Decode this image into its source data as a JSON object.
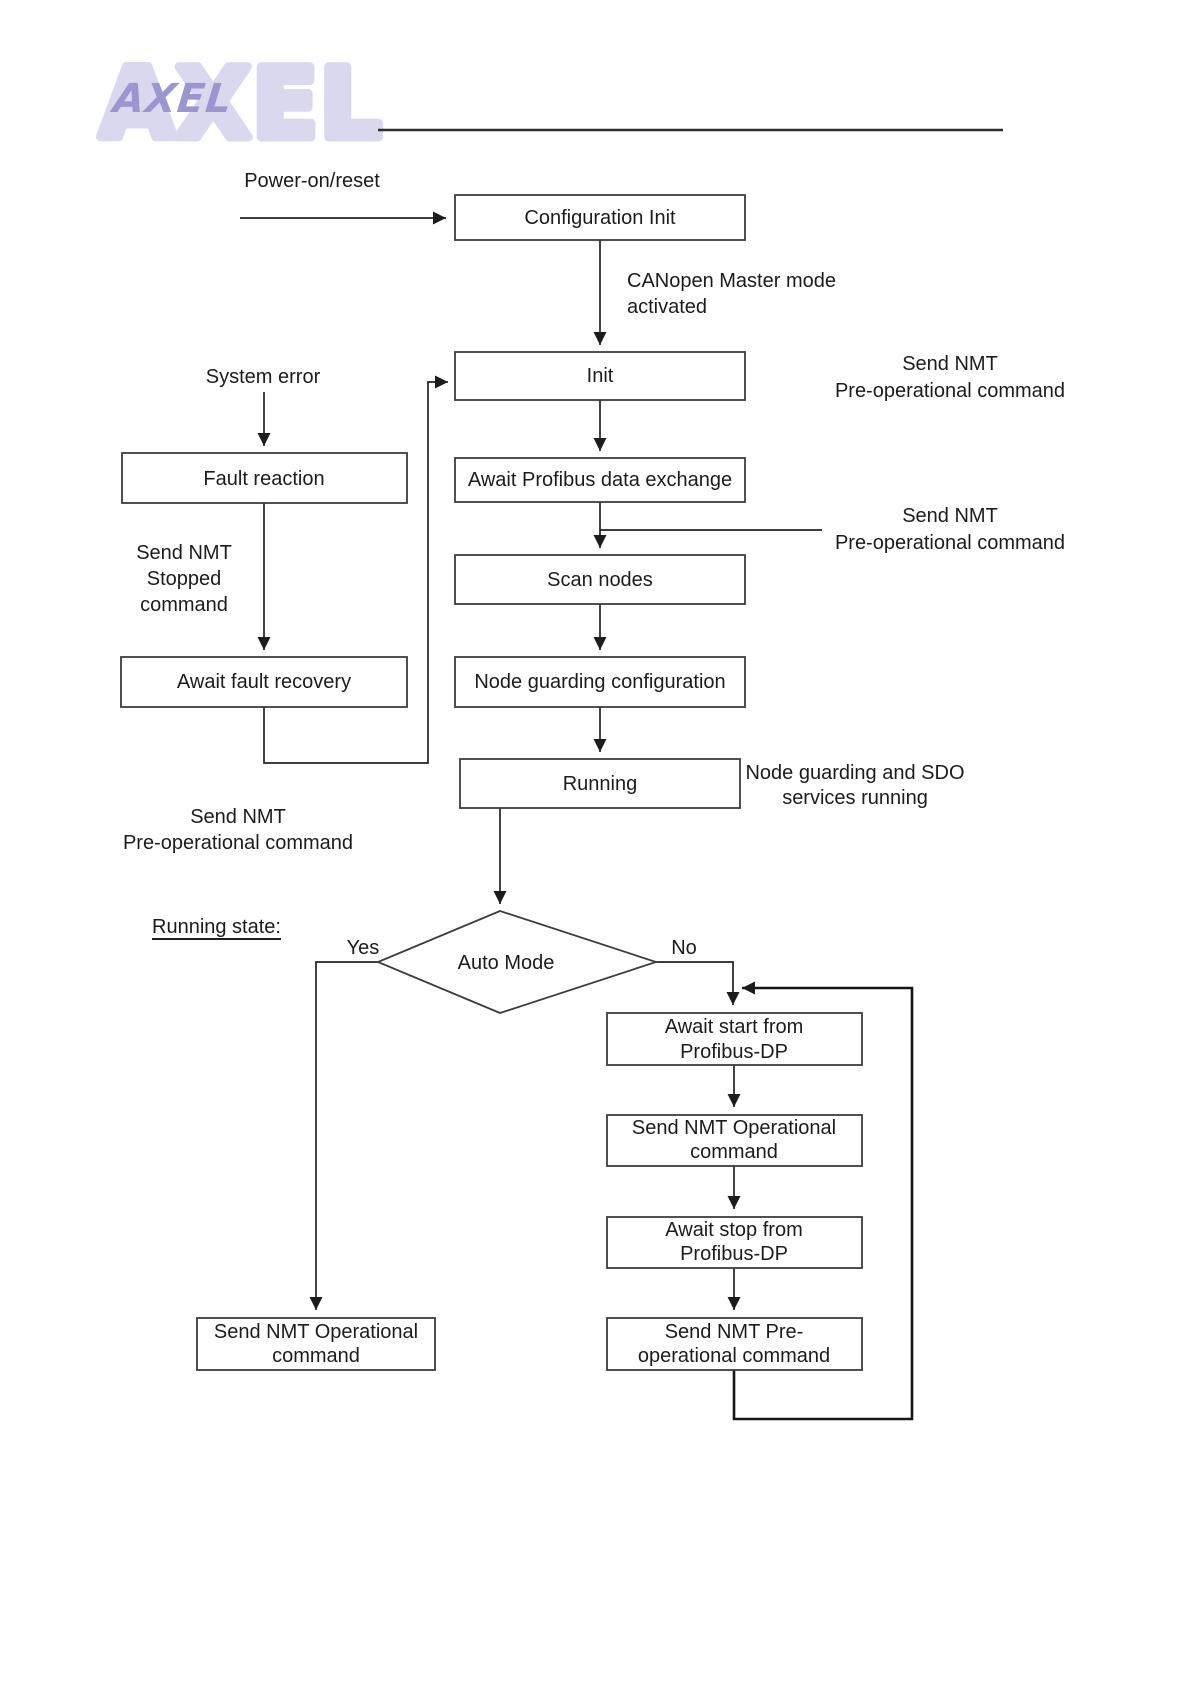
{
  "header": {
    "logo_text": "AXEL",
    "logo_overlay_text": "AXEL"
  },
  "colors": {
    "ink": "#1c1c1c",
    "box_border": "#3d3d3d",
    "logo_light": "#d9d8ee",
    "logo_dark": "#9a96cf",
    "background": "#ffffff"
  },
  "flow": {
    "power_on": "Power-on/reset",
    "config_init": "Configuration Init",
    "canopen_line1": "CANopen Master mode",
    "canopen_line2": "activated",
    "init": "Init",
    "nmt_preop_a_line1": "Send NMT",
    "nmt_preop_a_line2": "Pre-operational command",
    "system_error": "System error",
    "fault_reaction": "Fault reaction",
    "await_profibus": "Await Profibus data exchange",
    "nmt_preop_b_line1": "Send NMT",
    "nmt_preop_b_line2": "Pre-operational command",
    "nmt_stopped_line1": "Send NMT",
    "nmt_stopped_line2": "Stopped",
    "nmt_stopped_line3": "command",
    "scan_nodes": "Scan nodes",
    "await_fault_recovery": "Await fault recovery",
    "node_guarding_config": "Node guarding configuration",
    "running": "Running",
    "ng_sdo_line1": "Node guarding and SDO",
    "ng_sdo_line2": "services running",
    "nmt_preop_c_line1": "Send NMT",
    "nmt_preop_c_line2": "Pre-operational command",
    "running_state": "Running state:",
    "yes": "Yes",
    "no": "No",
    "auto_mode": "Auto Mode",
    "await_start_line1": "Await start from",
    "await_start_line2": "Profibus-DP",
    "nmt_operational_right_line1": "Send NMT Operational",
    "nmt_operational_right_line2": "command",
    "await_stop_line1": "Await stop from",
    "await_stop_line2": "Profibus-DP",
    "nmt_preop_d_line1": "Send NMT Pre-",
    "nmt_preop_d_line2": "operational command",
    "nmt_operational_left_line1": "Send NMT Operational",
    "nmt_operational_left_line2": "command"
  }
}
